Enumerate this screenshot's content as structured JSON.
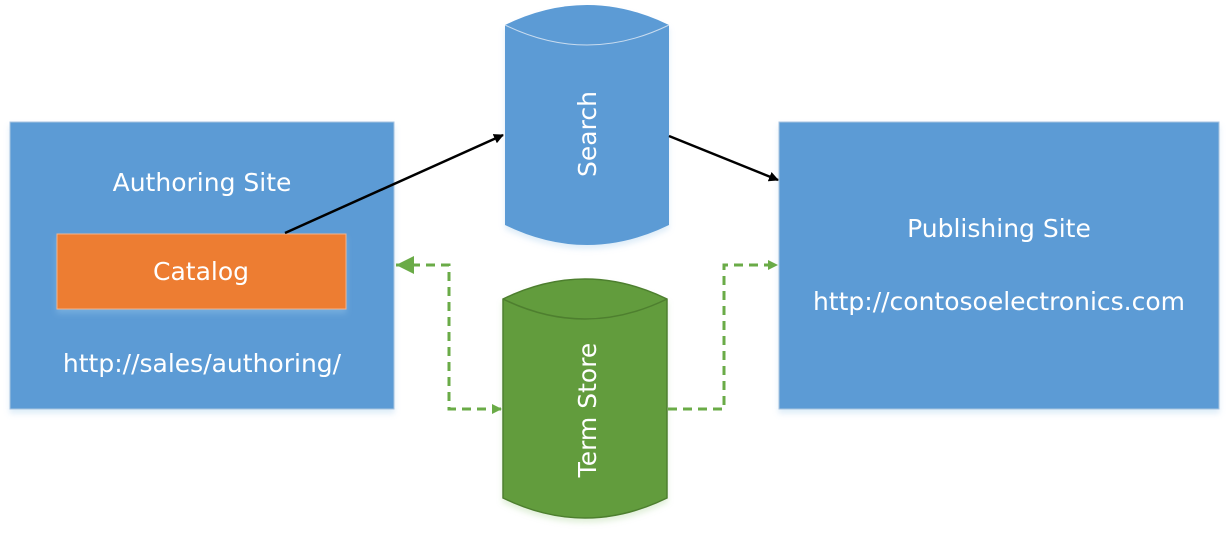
{
  "diagram": {
    "colors": {
      "site_fill": "#5b9bd5",
      "catalog_fill": "#ed7d31",
      "search_fill": "#5b9bd5",
      "term_store_fill": "#629c3e",
      "term_store_stroke": "#4e7f2f",
      "sync_arrow": "#6aab47",
      "flow_arrow": "#000000",
      "text": "#ffffff"
    },
    "authoring_site": {
      "title": "Authoring Site",
      "url": "http://sales/authoring/",
      "catalog": {
        "label": "Catalog"
      }
    },
    "search": {
      "label": "Search"
    },
    "term_store": {
      "label": "Term Store"
    },
    "publishing_site": {
      "title": "Publishing Site",
      "url": "http://contosoelectronics.com"
    },
    "connections": [
      {
        "from": "Catalog",
        "to": "Search",
        "style": "solid",
        "direction": "forward"
      },
      {
        "from": "Search",
        "to": "Publishing Site",
        "style": "solid",
        "direction": "forward"
      },
      {
        "from": "Term Store",
        "to": "Authoring Site",
        "style": "dashed",
        "direction": "both"
      },
      {
        "from": "Term Store",
        "to": "Publishing Site",
        "style": "dashed",
        "direction": "forward"
      }
    ]
  }
}
